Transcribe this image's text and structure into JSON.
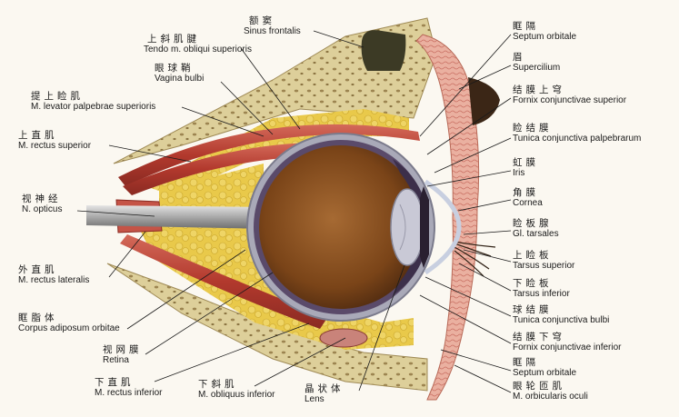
{
  "labels_left": [
    {
      "id": "levator",
      "zh": "提上睑肌",
      "la": "M. levator palpebrae superioris"
    },
    {
      "id": "rectus-sup",
      "zh": "上直肌",
      "la": "M. rectus superior"
    },
    {
      "id": "opticus",
      "zh": "视神经",
      "la": "N. opticus"
    },
    {
      "id": "rectus-lat",
      "zh": "外直肌",
      "la": "M. rectus lateralis"
    },
    {
      "id": "adiposum",
      "zh": "眶脂体",
      "la": "Corpus adiposum orbitae"
    }
  ],
  "labels_top": [
    {
      "id": "obliqui-sup",
      "zh": "上斜肌腱",
      "la": "Tendo m. obliqui superioris"
    },
    {
      "id": "vagina",
      "zh": "眼球鞘",
      "la": "Vagina bulbi"
    },
    {
      "id": "sinus",
      "zh": "额窦",
      "la": "Sinus frontalis"
    }
  ],
  "labels_bottom": [
    {
      "id": "retina",
      "zh": "视网膜",
      "la": "Retina"
    },
    {
      "id": "rectus-inf",
      "zh": "下直肌",
      "la": "M. rectus inferior"
    },
    {
      "id": "obliquus-inf",
      "zh": "下斜肌",
      "la": "M. obliquus inferior"
    },
    {
      "id": "lens",
      "zh": "晶状体",
      "la": "Lens"
    }
  ],
  "labels_right": [
    {
      "id": "septum1",
      "zh": "眶隔",
      "la": "Septum orbitale"
    },
    {
      "id": "supercilium",
      "zh": "眉",
      "la": "Supercilium"
    },
    {
      "id": "fornix-sup",
      "zh": "结膜上穹",
      "la": "Fornix conjunctivae superior"
    },
    {
      "id": "conj-palp",
      "zh": "睑结膜",
      "la": "Tunica conjunctiva palpebrarum"
    },
    {
      "id": "iris",
      "zh": "虹膜",
      "la": "Iris"
    },
    {
      "id": "cornea",
      "zh": "角膜",
      "la": "Cornea"
    },
    {
      "id": "tarsales",
      "zh": "睑板腺",
      "la": "Gl. tarsales"
    },
    {
      "id": "tarsus-sup",
      "zh": "上睑板",
      "la": "Tarsus   superior"
    },
    {
      "id": "tarsus-inf",
      "zh": "下睑板",
      "la": "Tarsus   inferior"
    },
    {
      "id": "conj-bulbi",
      "zh": "球结膜",
      "la": "Tunica conjunctiva bulbi"
    },
    {
      "id": "fornix-inf",
      "zh": "结膜下穹",
      "la": "Fornix conjunctivae  inferior"
    },
    {
      "id": "septum2",
      "zh": "眶隔",
      "la": "Septum orbitale"
    },
    {
      "id": "orbicularis",
      "zh": "眼轮匝肌",
      "la": "M. orbicularis oculi"
    }
  ]
}
